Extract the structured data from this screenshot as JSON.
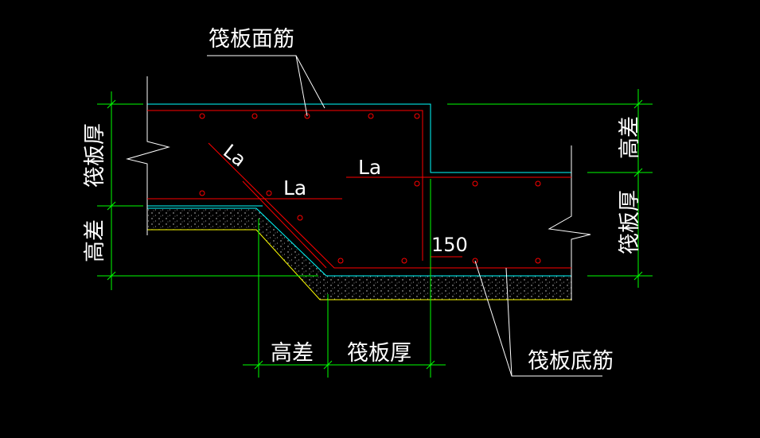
{
  "labels": {
    "top_rebar": "筏板面筋",
    "bottom_rebar": "筏板底筋",
    "anchor_diag": "La",
    "anchor_horiz": "La",
    "dim_150": "150",
    "left_thickness": "筏板厚",
    "left_height_diff": "高差",
    "right_height_diff": "高差",
    "right_thickness": "筏板厚",
    "bottom_height_diff": "高差",
    "bottom_thickness": "筏板厚"
  },
  "colors": {
    "background": "#000000",
    "rebar": "#ff0000",
    "concrete_outline": "#00ffff",
    "dimension": "#00ff00",
    "leader": "#ffffff",
    "cushion_edge": "#ffff00",
    "hatch": "#ffffff",
    "text": "#ffffff"
  }
}
